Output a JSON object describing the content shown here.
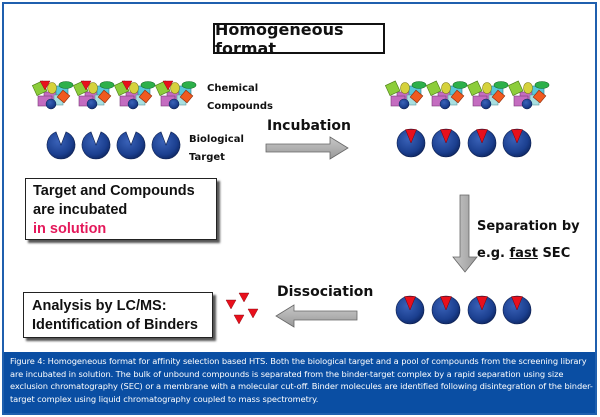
{
  "title": "Homogeneous format",
  "labels": {
    "chemical_compounds_line1": "Chemical",
    "chemical_compounds_line2": "Compounds",
    "biological_target_line1": "Biological",
    "biological_target_line2": "Target",
    "incubation": "Incubation",
    "separation_line1": "Separation by",
    "separation_line2_prefix": "e.g. ",
    "separation_line2_emphasis": "fast",
    "separation_line2_suffix": " SEC",
    "dissociation": "Dissociation"
  },
  "notes": {
    "incubation_note_line1": "Target and Compounds",
    "incubation_note_line2": "are incubated",
    "incubation_note_line3": "in solution",
    "analysis_note_line1": "Analysis by LC/MS:",
    "analysis_note_line2": "Identification of Binders"
  },
  "icons": {
    "compound_cluster": "compound-cluster-icon",
    "target_pacman": "biological-target-icon",
    "binder_triangle": "binder-triangle-icon",
    "arrow": "process-arrow-icon"
  },
  "colors": {
    "frame_border": "#1f5fae",
    "caption_background": "#0a4ea3",
    "target_blue": "#1b3f8f",
    "binder_red": "#e8101c",
    "highlight_pink": "#e4185a",
    "arrow_gray": "#a8a8a8"
  },
  "caption": "Figure 4: Homogeneous format for affinity selection based HTS. Both the biological target and a pool of compounds from the screening library are incubated in solution. The bulk of unbound compounds is separated from the binder-target complex by a rapid separation using size exclusion chromatography (SEC) or a membrane with a molecular cut-off. Binder molecules are identified following disintegration of the binder-target complex using liquid chromatography coupled to mass spectrometry."
}
